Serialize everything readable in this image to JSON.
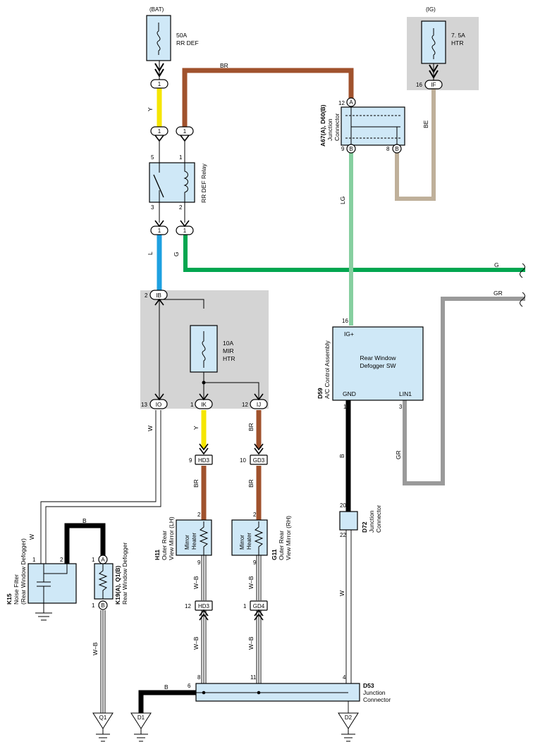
{
  "power": {
    "bat_label": "(BAT)",
    "ig_label": "(IG)",
    "fuse_rrdef_amp": "50A",
    "fuse_rrdef_name": "RR DEF",
    "fuse_htr_amp": "7. 5A",
    "fuse_htr_name": "HTR",
    "fuse_mir_amp": "10A",
    "fuse_mir_name1": "MIR",
    "fuse_mir_name2": "HTR"
  },
  "components": {
    "relay_label": "RR DEF Relay",
    "jc_a67_code": "A67(A), D60(B)",
    "jc_a67_name1": "Junction",
    "jc_a67_name2": "Connector",
    "d59_code": "D59",
    "d59_name": "A/C Control Assembly",
    "d59_title1": "Rear Window",
    "d59_title2": "Defogger SW",
    "d59_ig": "IG+",
    "d59_gnd": "GND",
    "d59_lin": "LIN1",
    "k15_code": "K15",
    "k15_name1": "Noise Filter",
    "k15_name2": "(Rear Window Defogger)",
    "k19_code": "K19(A), Q1(B)",
    "k19_name": "Rear Window Defogger",
    "h11_code": "H11",
    "h11_name1": "Outer Rear",
    "h11_name2": "View Mirror (LH)",
    "g11_code": "G11",
    "g11_name1": "Outer Rear",
    "g11_name2": "View Mirror (RH)",
    "mirror_heater1": "Mirror",
    "mirror_heater2": "Heater",
    "d72_code": "D72",
    "d72_name1": "Junction",
    "d72_name2": "Connector",
    "d53_code": "D53",
    "d53_name1": "Junction",
    "d53_name2": "Connector"
  },
  "wires": {
    "br": "BR",
    "y": "Y",
    "l": "L",
    "g": "G",
    "lg": "LG",
    "be": "BE",
    "w": "W",
    "b": "B",
    "gr": "GR",
    "wb": "W–B"
  },
  "connectors": {
    "c1": "1",
    "ib": "IB",
    "io": "IO",
    "ik": "IK",
    "ij": "IJ",
    "if": "IF",
    "a": "A",
    "b": "B",
    "hd3": "HD3",
    "gd3": "GD3",
    "gd4": "GD4"
  },
  "pins": {
    "p1": "1",
    "p2": "2",
    "p3": "3",
    "p4": "4",
    "p5": "5",
    "p6": "6",
    "p8": "8",
    "p9": "9",
    "p10": "10",
    "p11": "11",
    "p12": "12",
    "p13": "13",
    "p16": "16",
    "p20": "20",
    "p22": "22"
  },
  "grounds": {
    "q1": "Q1",
    "d1": "D1",
    "d2": "D2"
  },
  "colors": {
    "br": "#a0522d",
    "y": "#f5e600",
    "l": "#1ea0e0",
    "g": "#00a650",
    "lg": "#86cfa0",
    "be": "#bfb09a",
    "gr": "#9a9a9a",
    "b": "#000000",
    "w": "#ffffff",
    "comp": "#cfe8f7",
    "box": "#d4d4d4"
  }
}
